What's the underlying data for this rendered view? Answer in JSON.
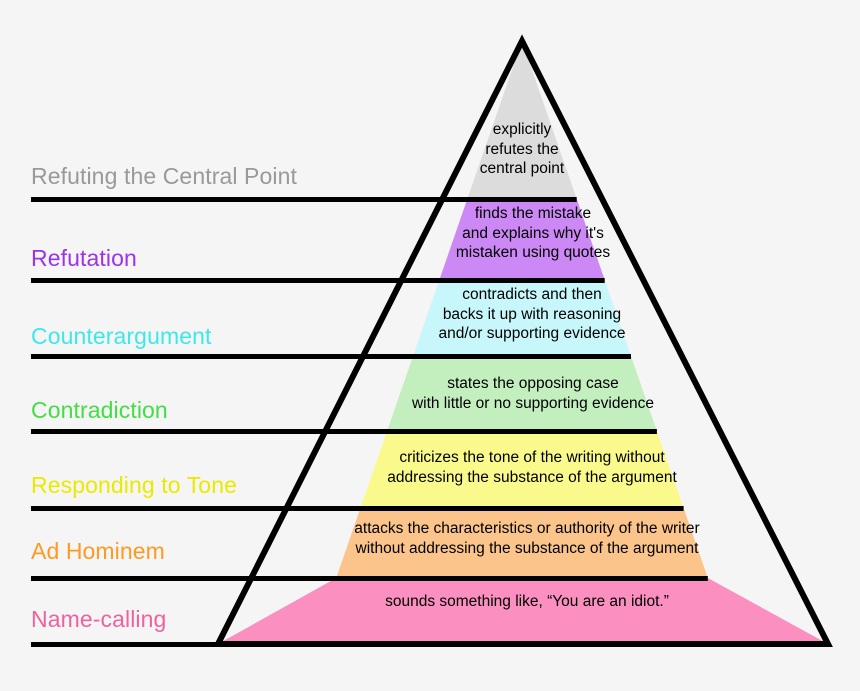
{
  "diagram": {
    "background_color": "#f5f5f5",
    "outline_color": "#000000",
    "tiers": [
      {
        "label": "Refuting the Central Point",
        "label_color": "#999999",
        "band_color": "#dcdcdc",
        "description": "explicitly\nrefutes the\ncentral point"
      },
      {
        "label": "Refutation",
        "label_color": "#9933ee",
        "band_color": "#cc88f5",
        "description": "finds the mistake\nand explains why it's\nmistaken using quotes"
      },
      {
        "label": "Counterargument",
        "label_color": "#3ee8e8",
        "band_color": "#c8f7fb",
        "description": "contradicts and then\nbacks it up with reasoning\nand/or supporting evidence"
      },
      {
        "label": "Contradiction",
        "label_color": "#44dd44",
        "band_color": "#c3efbf",
        "description": "states the opposing case\nwith little or no supporting evidence"
      },
      {
        "label": "Responding to Tone",
        "label_color": "#eaea00",
        "band_color": "#fafa8c",
        "description": "criticizes the tone of the writing without\naddressing the substance of the argument"
      },
      {
        "label": "Ad Hominem",
        "label_color": "#ff9922",
        "band_color": "#fac48a",
        "description": "attacks the characteristics or authority of the writer\nwithout addressing the substance of the argument"
      },
      {
        "label": "Name-calling",
        "label_color": "#f0629e",
        "band_color": "#fa8fc0",
        "description": "sounds something like, “You are an idiot.”"
      }
    ]
  }
}
